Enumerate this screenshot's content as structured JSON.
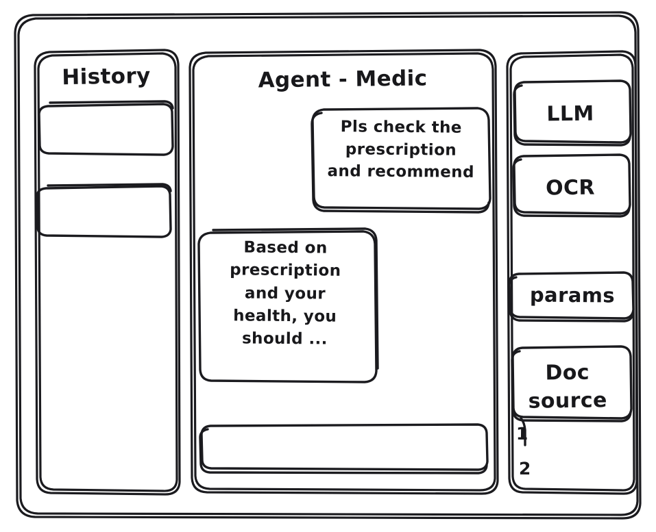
{
  "window": {
    "style": "hand-drawn wireframe sketch",
    "stroke_color": "#1b1b1f",
    "background_color": "#ffffff"
  },
  "sidebar_left": {
    "title": "History",
    "items": [
      {
        "label": ""
      },
      {
        "label": ""
      }
    ]
  },
  "main": {
    "title": "Agent - Medic",
    "messages": [
      {
        "role": "user",
        "align": "right",
        "text": "Pls check the\nprescription\nand recommend"
      },
      {
        "role": "assistant",
        "align": "left",
        "text": "Based on\nprescription\nand your\nhealth, you\nshould ..."
      }
    ],
    "composer": {
      "value": "",
      "placeholder": ""
    }
  },
  "sidebar_right": {
    "tools": [
      {
        "label": "LLM"
      },
      {
        "label": "OCR"
      }
    ],
    "params": {
      "label": "params"
    },
    "doc_source": {
      "label": "Doc\nsource",
      "items": [
        "1",
        "2"
      ]
    }
  }
}
